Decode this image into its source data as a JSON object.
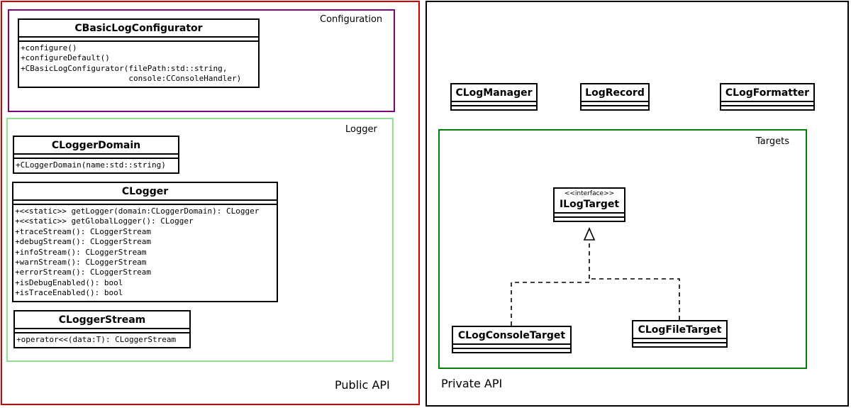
{
  "regions": {
    "public_api": "Public API",
    "private_api": "Private API"
  },
  "packages": {
    "configuration": "Configuration",
    "logger": "Logger",
    "targets": "Targets"
  },
  "classes": {
    "basic_log_configurator": {
      "name": "CBasicLogConfigurator",
      "operations": [
        "+configure()",
        "+configureDefault()",
        "+CBasicLogConfigurator(filePath:std::string,",
        "                       console:CConsoleHandler)"
      ]
    },
    "logger_domain": {
      "name": "CLoggerDomain",
      "operations": [
        "+CLoggerDomain(name:std::string)"
      ]
    },
    "logger": {
      "name": "CLogger",
      "operations": [
        "+<<static>> getLogger(domain:CLoggerDomain): CLogger",
        "+<<static>> getGlobalLogger(): CLogger",
        "+traceStream(): CLoggerStream",
        "+debugStream(): CLoggerStream",
        "+infoStream(): CLoggerStream",
        "+warnStream(): CLoggerStream",
        "+errorStream(): CLoggerStream",
        "+isDebugEnabled(): bool",
        "+isTraceEnabled(): bool"
      ]
    },
    "logger_stream": {
      "name": "CLoggerStream",
      "operations": [
        "+operator<<(data:T): CLoggerStream"
      ]
    },
    "log_manager": {
      "name": "CLogManager"
    },
    "log_record": {
      "name": "LogRecord"
    },
    "log_formatter": {
      "name": "CLogFormatter"
    },
    "log_target": {
      "name": "ILogTarget",
      "stereotype": "<<interface>>"
    },
    "log_console_target": {
      "name": "CLogConsoleTarget"
    },
    "log_file_target": {
      "name": "CLogFileTarget"
    }
  },
  "colors": {
    "public_region_border": "#d40000",
    "private_region_border": "#000000",
    "configuration_border": "#800080",
    "logger_border": "#90e090",
    "targets_border": "#008000"
  }
}
